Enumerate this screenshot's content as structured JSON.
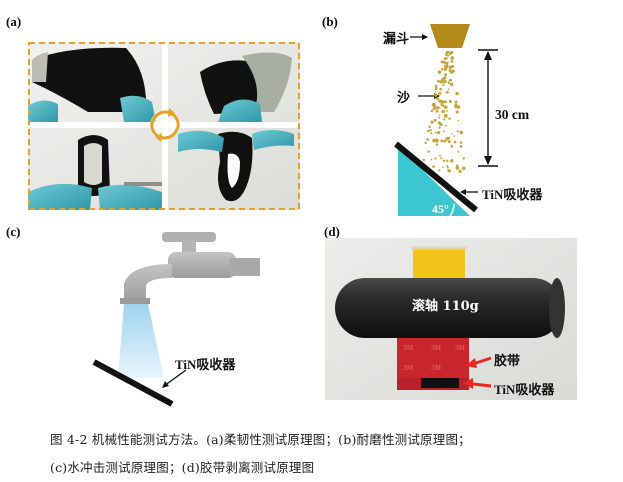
{
  "panels": {
    "a": {
      "label": "(a)"
    },
    "b": {
      "label": "(b)",
      "funnel_label": "漏斗",
      "sand_label": "沙",
      "height_label": "30 cm",
      "angle_label": "45°",
      "absorber_label": "TiN吸收器"
    },
    "c": {
      "label": "(c)",
      "absorber_label": "TiN吸收器"
    },
    "d": {
      "label": "(d)",
      "roller_label": "滚轴 110g",
      "tape_label": "胶带",
      "absorber_label": "TiN吸收器"
    }
  },
  "caption": {
    "line1": "图 4-2 机械性能测试方法。(a)柔韧性测试原理图；(b)耐磨性测试原理图；",
    "line2": "(c)水冲击测试原理图；(d)胶带剥离测试原理图"
  },
  "colors": {
    "frame_orange": "#e6a227",
    "glove_blue": "#4fb6c4",
    "prism_cyan": "#3cc6cf",
    "funnel_gold": "#b38a1b",
    "sand_gold": "#c9a23a",
    "arrow_red": "#e8281e",
    "water_blue": "#a8d7f0"
  }
}
